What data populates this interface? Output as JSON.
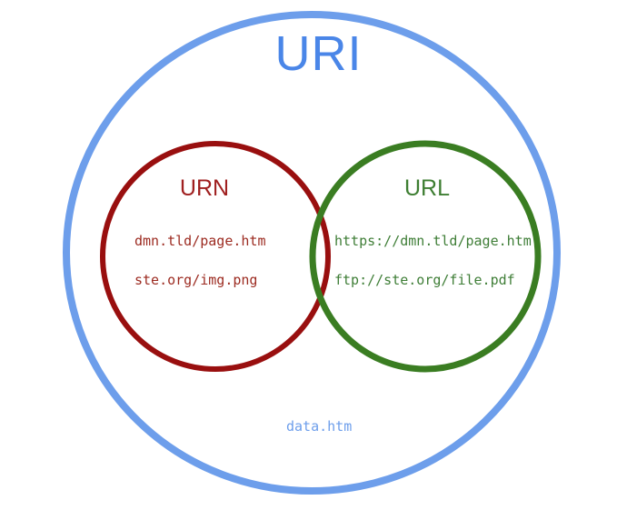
{
  "venn": {
    "outer": {
      "label": "URI",
      "stroke_color": "#6d9eeb",
      "label_color": "#4a86e8",
      "example": "data.htm",
      "example_color": "#6d9eeb"
    },
    "urn": {
      "label": "URN",
      "stroke_color": "#990f0f",
      "label_color": "#a02020",
      "text_color": "#9c2b21",
      "examples": [
        "dmn.tld/page.htm",
        "ste.org/img.png"
      ]
    },
    "url": {
      "label": "URL",
      "stroke_color": "#3a7d22",
      "label_color": "#3e7e32",
      "text_color": "#3f7e37",
      "examples": [
        "https://dmn.tld/page.htm",
        "ftp://ste.org/file.pdf"
      ]
    }
  }
}
